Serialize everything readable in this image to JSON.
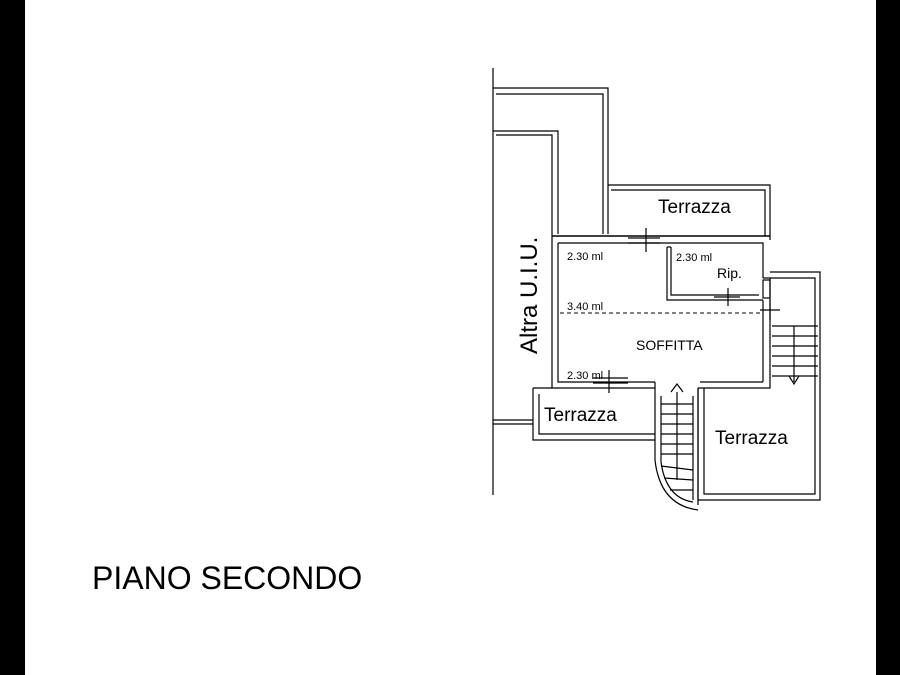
{
  "floor_title": "PIANO SECONDO",
  "rooms": {
    "terrace_top": "Terrazza",
    "terrace_left": "Terrazza",
    "terrace_right": "Terrazza",
    "main_room": "SOFFITTA",
    "storage": "Rip."
  },
  "heights": {
    "h_top_left": "2.30 ml",
    "h_storage": "2.30 ml",
    "h_ridge": "3.40 ml",
    "h_bottom_left": "2.30 ml"
  },
  "adjacent_unit": "Altra U.I.U.",
  "colors": {
    "background": "#000000",
    "sheet": "#ffffff",
    "ink": "#000000"
  }
}
